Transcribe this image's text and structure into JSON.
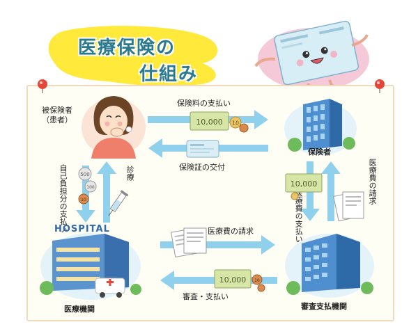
{
  "title": {
    "line1": "医療保険の",
    "line2": "仕組み"
  },
  "nodes": {
    "patient": "被保険者\n（患者）",
    "insurer": "保険者",
    "hospital": "医療機関",
    "review_org": "審査支払機関",
    "hospital_sign": "HOSPITAL"
  },
  "flows": {
    "premium_payment": "保険料の支払い",
    "card_issue": "保険証の交付",
    "copay": "自己負担分の支払い",
    "treatment": "診療",
    "claim_to_review": "医療費の請求",
    "review_payment": "審査・支払い",
    "claim_to_insurer": "医療費の請求",
    "insurer_payment": "医療費の支払い"
  },
  "props": {
    "bill_amount": "10,000",
    "coin_small": "10",
    "coin_500": "500",
    "coin_100": "100"
  },
  "colors": {
    "arrow": "#8fd0ec",
    "title_highlight": "#ffe93a",
    "title_text": "#2a7a8f",
    "board_border": "#f1d9bd"
  }
}
